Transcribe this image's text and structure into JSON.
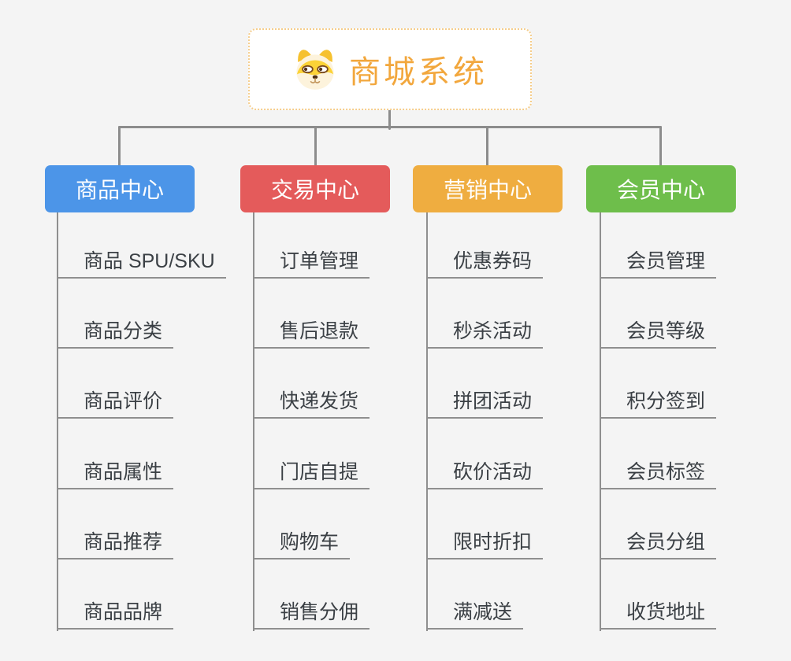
{
  "root": {
    "title": "商城系统",
    "icon": "dog-face-icon",
    "title_color": "#f2a73d",
    "border_color": "#f5cd8b",
    "background": "#ffffff"
  },
  "colors": {
    "canvas_background": "#f4f4f4",
    "connector_line": "#8c8c8c",
    "leaf_underline": "#8f8f8f",
    "leaf_text": "#3b4045"
  },
  "branches": [
    {
      "label": "商品中心",
      "color": "#4c95e8",
      "items": [
        "商品 SPU/SKU",
        "商品分类",
        "商品评价",
        "商品属性",
        "商品推荐",
        "商品品牌"
      ]
    },
    {
      "label": "交易中心",
      "color": "#e45b5b",
      "items": [
        "订单管理",
        "售后退款",
        "快递发货",
        "门店自提",
        "购物车",
        "销售分佣"
      ]
    },
    {
      "label": "营销中心",
      "color": "#efad40",
      "items": [
        "优惠券码",
        "秒杀活动",
        "拼团活动",
        "砍价活动",
        "限时折扣",
        "满减送"
      ]
    },
    {
      "label": "会员中心",
      "color": "#6ebe4b",
      "items": [
        "会员管理",
        "会员等级",
        "积分签到",
        "会员标签",
        "会员分组",
        "收货地址"
      ]
    }
  ]
}
